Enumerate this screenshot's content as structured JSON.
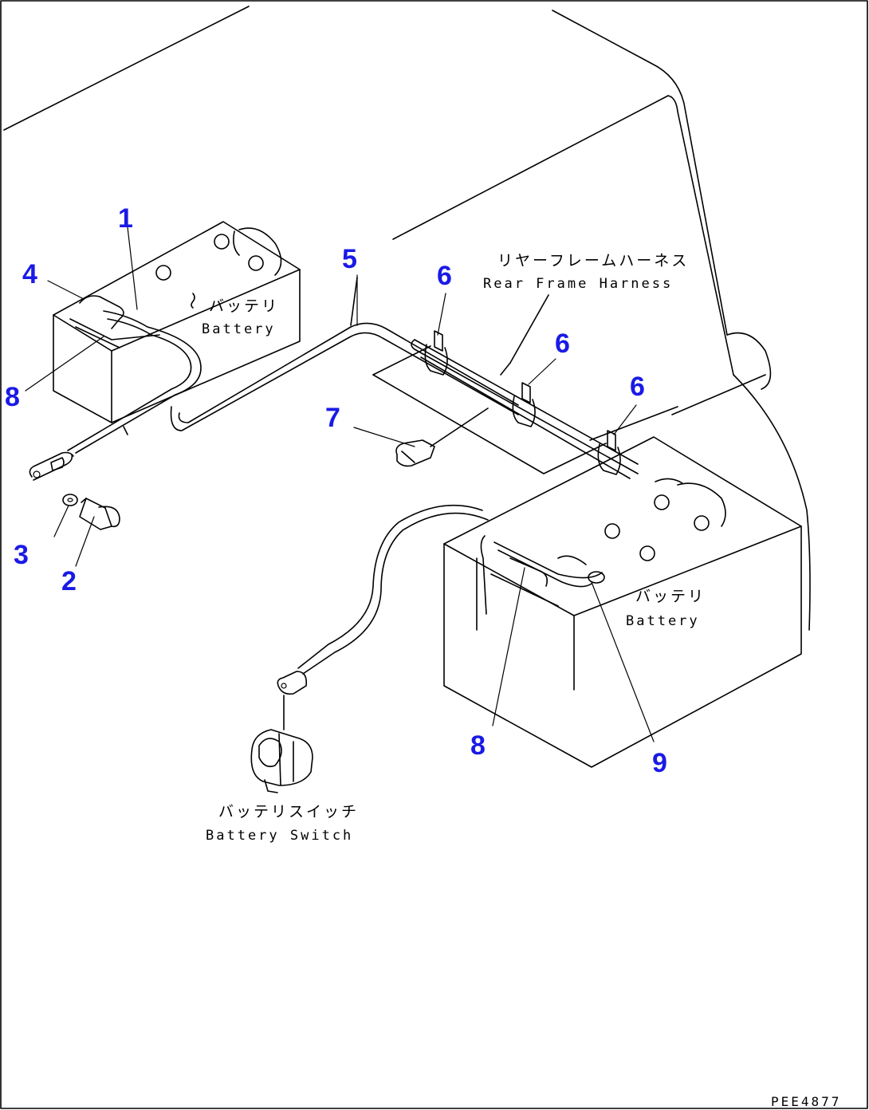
{
  "colors": {
    "callout": "#1a1ae6",
    "line": "#000000",
    "background": "#ffffff"
  },
  "callouts": [
    {
      "id": "c1",
      "text": "1"
    },
    {
      "id": "c2",
      "text": "2"
    },
    {
      "id": "c3",
      "text": "3"
    },
    {
      "id": "c4",
      "text": "4"
    },
    {
      "id": "c5",
      "text": "5"
    },
    {
      "id": "c6a",
      "text": "6"
    },
    {
      "id": "c6b",
      "text": "6"
    },
    {
      "id": "c6c",
      "text": "6"
    },
    {
      "id": "c7",
      "text": "7"
    },
    {
      "id": "c8a",
      "text": "8"
    },
    {
      "id": "c8b",
      "text": "8"
    },
    {
      "id": "c9",
      "text": "9"
    }
  ],
  "labels": {
    "battery_left_jp": "バッテリ",
    "battery_left_en": "Battery",
    "battery_right_jp": "バッテリ",
    "battery_right_en": "Battery",
    "harness_jp": "リヤーフレームハーネス",
    "harness_en": "Rear Frame Harness",
    "switch_jp": "バッテリスイッチ",
    "switch_en": "Battery Switch"
  },
  "drawing_code": "PEE4877"
}
